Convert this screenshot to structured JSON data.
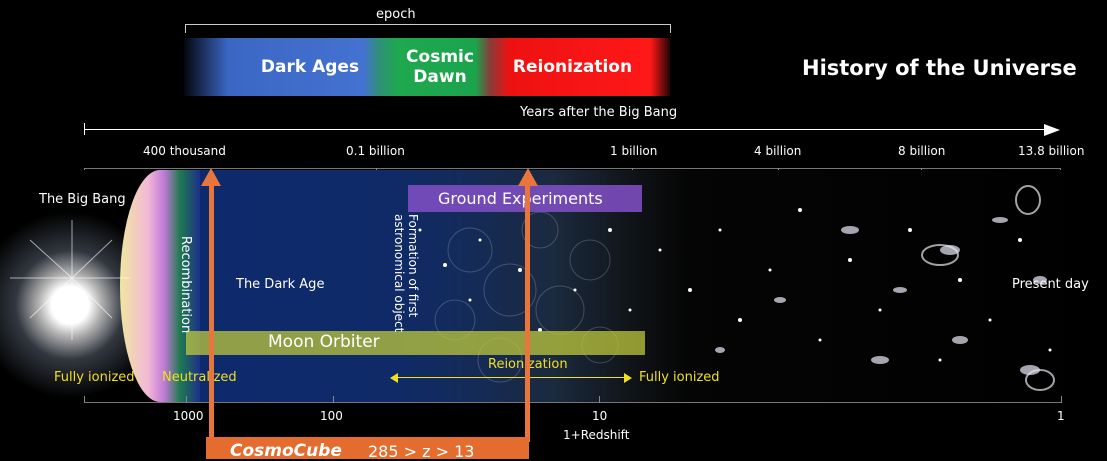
{
  "epoch": {
    "label": "epoch",
    "segments": [
      {
        "name": "Dark Ages",
        "color": "#4472d0"
      },
      {
        "name": "Cosmic Dawn",
        "color": "#1ba44c"
      },
      {
        "name": "Reionization",
        "color": "#ff1818"
      }
    ]
  },
  "title": "History of the Universe",
  "time_axis": {
    "label": "Years after the Big Bang",
    "ticks": [
      "400 thousand",
      "0.1 billion",
      "1 billion",
      "4 billion",
      "8 billion",
      "13.8 billion"
    ]
  },
  "labels": {
    "big_bang": "The Big Bang",
    "recombination": "Recombination",
    "dark_age": "The Dark Age",
    "formation": "Formation of first astronomical object",
    "present_day": "Present day",
    "fully_ionized_left": "Fully ionized",
    "neutralized": "Neutralized",
    "reionization": "Reionization",
    "fully_ionized_right": "Fully ionized"
  },
  "experiments": {
    "ground": "Ground Experiments",
    "moon": "Moon Orbiter"
  },
  "redshift_axis": {
    "label": "1+Redshift",
    "ticks": [
      "1000",
      "100",
      "10",
      "1"
    ]
  },
  "cosmocube": {
    "name": "CosmoCube",
    "range": "285 > z > 13"
  },
  "colors": {
    "ground_bar": "#8250c8",
    "moon_bar": "#bec83c",
    "annotation_yellow": "#f0e020",
    "cosmocube_orange": "#e46c2e"
  }
}
